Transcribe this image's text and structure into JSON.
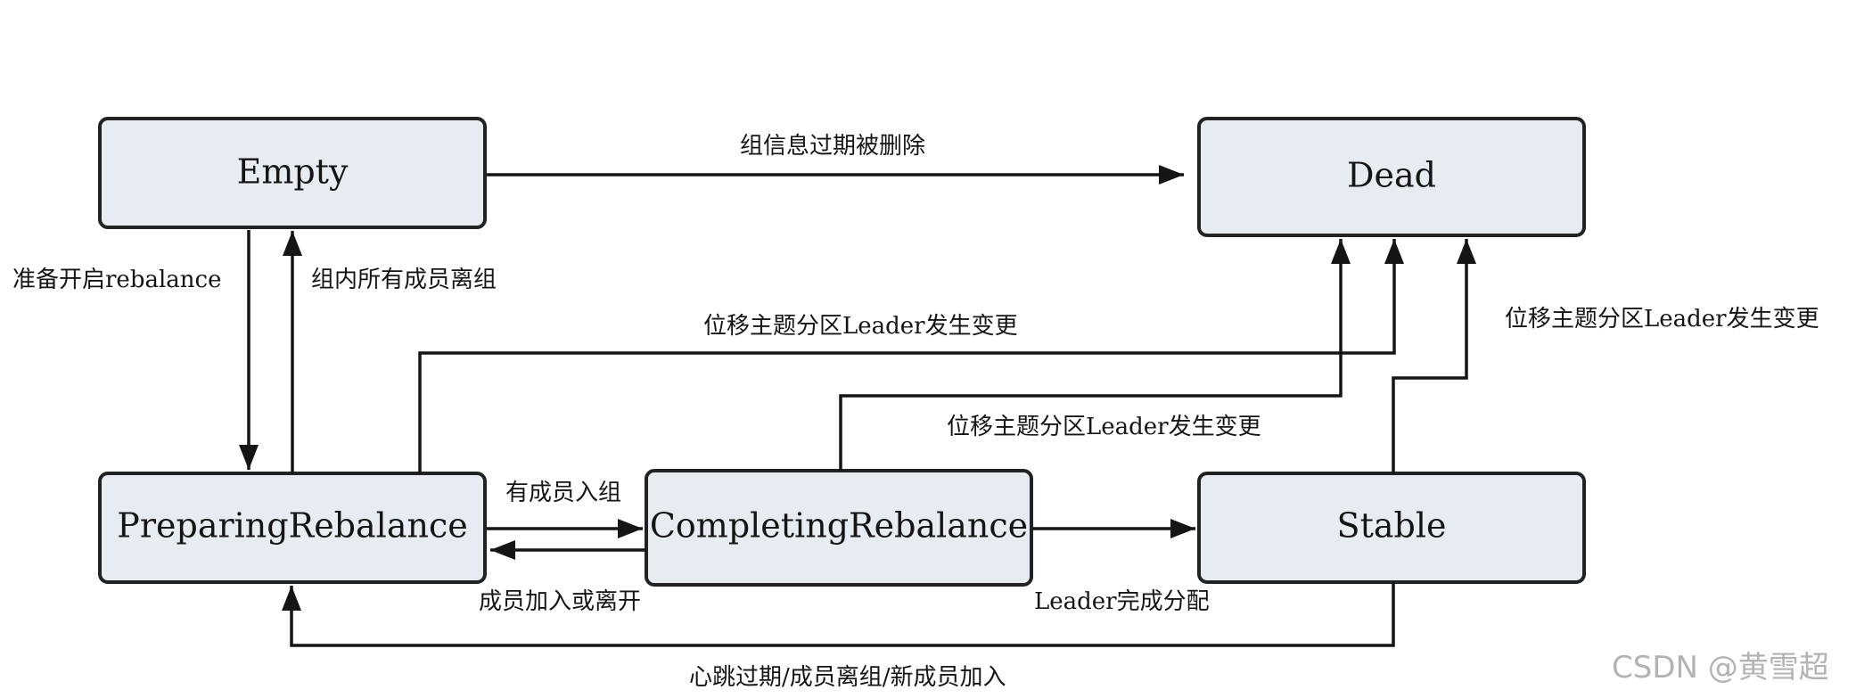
{
  "states": {
    "empty": "Empty",
    "dead": "Dead",
    "preparing_rebalance": "PreparingRebalance",
    "completing_rebalance": "CompletingRebalance",
    "stable": "Stable"
  },
  "transitions": {
    "empty_to_dead": "组信息过期被删除",
    "empty_to_preparing": "准备开启rebalance",
    "preparing_to_empty": "组内所有成员离组",
    "preparing_to_dead": "位移主题分区Leader发生变更",
    "completing_to_dead": "位移主题分区Leader发生变更",
    "stable_to_dead": "位移主题分区Leader发生变更",
    "preparing_to_completing": "有成员入组",
    "completing_to_preparing": "成员加入或离开",
    "completing_to_stable": "Leader完成分配",
    "stable_to_preparing": "心跳过期/成员离组/新成员加入"
  },
  "watermark": "CSDN @黄雪超",
  "colors": {
    "box_fill": "#e6ecf2",
    "stroke": "#151515",
    "watermark": "#b3b3b3"
  }
}
